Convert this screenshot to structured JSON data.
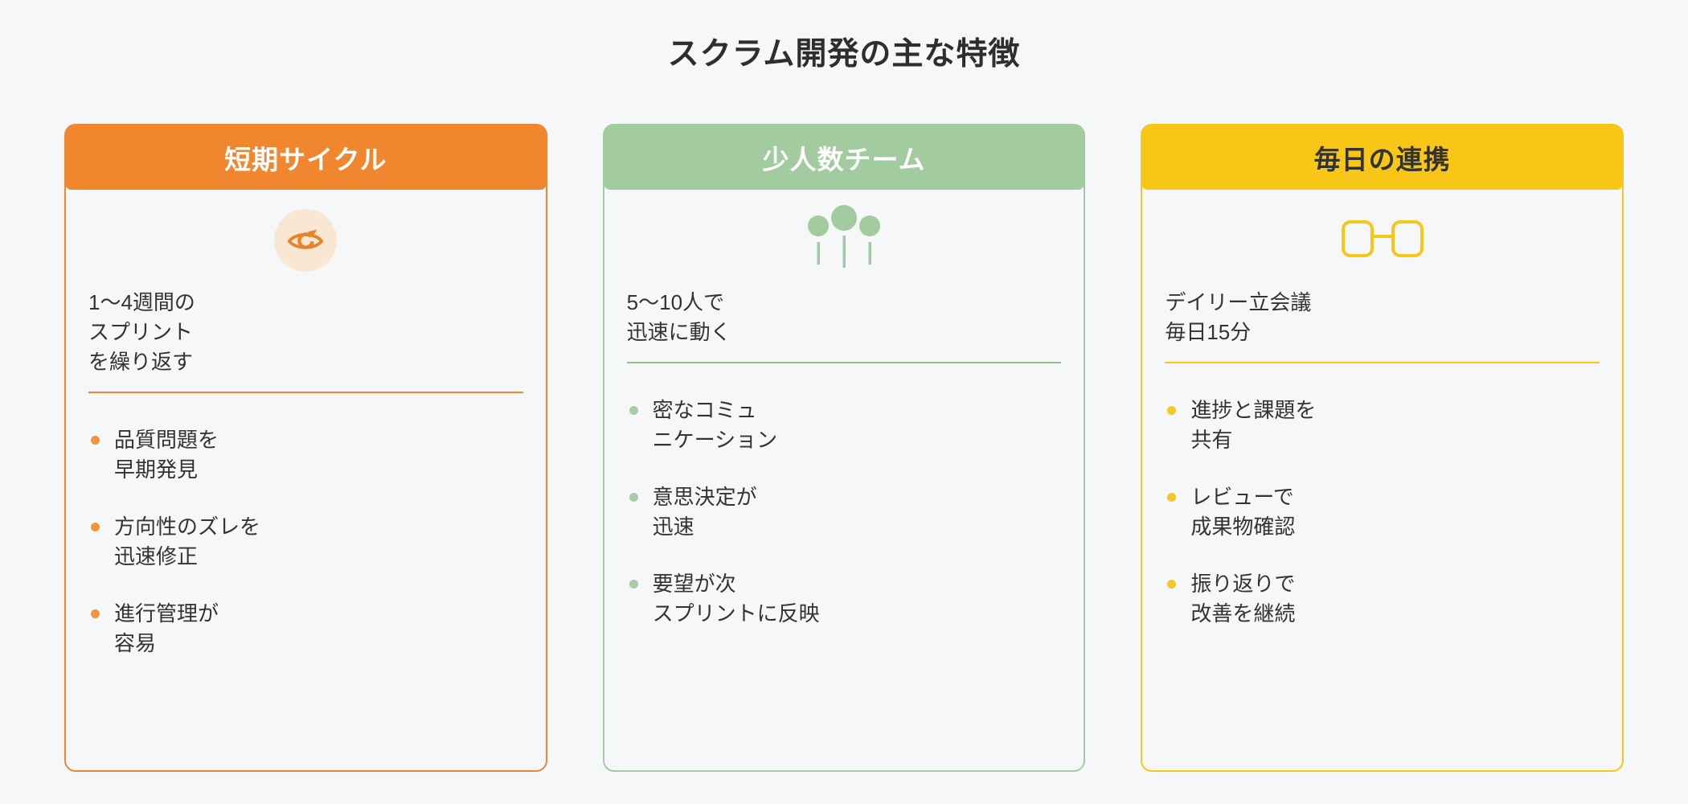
{
  "page": {
    "title": "スクラム開発の主な特徴",
    "background_color": "#F6F7F9",
    "text_color": "#333333"
  },
  "cards": [
    {
      "title": "短期サイクル",
      "accent_color": "#F0862D",
      "header_text_color": "#FFFFFF",
      "icon": "eye-cycle-icon",
      "icon_color": "#E8832C",
      "icon_bg_color": "#F9E7D4",
      "description_lines": [
        "1〜4週間の",
        "スプリント",
        "を繰り返す"
      ],
      "bullets": [
        {
          "lines": [
            "品質問題を",
            "早期発見"
          ]
        },
        {
          "lines": [
            "方向性のズレを",
            "迅速修正"
          ]
        },
        {
          "lines": [
            "進行管理が",
            "容易"
          ]
        }
      ]
    },
    {
      "title": "少人数チーム",
      "accent_color": "#A3CBA0",
      "header_text_color": "#FFFFFF",
      "icon": "people-icon",
      "icon_color": "#A3CBA0",
      "description_lines": [
        "5〜10人で",
        "迅速に動く"
      ],
      "bullets": [
        {
          "lines": [
            "密なコミュ",
            "ニケーション"
          ]
        },
        {
          "lines": [
            "意思決定が",
            "迅速"
          ]
        },
        {
          "lines": [
            "要望が次",
            "スプリントに反映"
          ]
        }
      ]
    },
    {
      "title": "毎日の連携",
      "accent_color": "#F7C617",
      "header_text_color": "#333333",
      "icon": "link-nodes-icon",
      "icon_color": "#F7C617",
      "description_lines": [
        "デイリー立会議",
        "毎日15分"
      ],
      "bullets": [
        {
          "lines": [
            "進捗と課題を",
            "共有"
          ]
        },
        {
          "lines": [
            "レビューで",
            "成果物確認"
          ]
        },
        {
          "lines": [
            "振り返りで",
            "改善を継続"
          ]
        }
      ]
    }
  ]
}
